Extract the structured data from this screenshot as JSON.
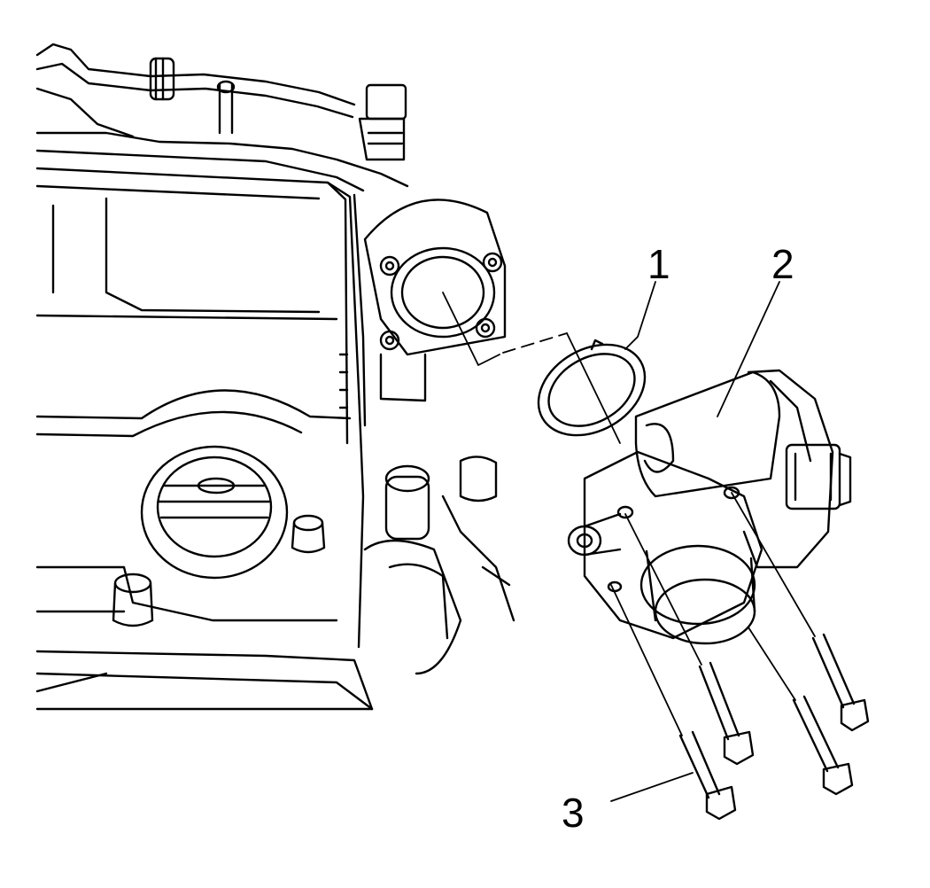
{
  "callouts": [
    {
      "number": "1",
      "part": "throttle-body-seal"
    },
    {
      "number": "2",
      "part": "throttle-body"
    },
    {
      "number": "3",
      "part": "throttle-body-bolt"
    }
  ],
  "colors": {
    "line": "#000000",
    "background": "#ffffff"
  }
}
